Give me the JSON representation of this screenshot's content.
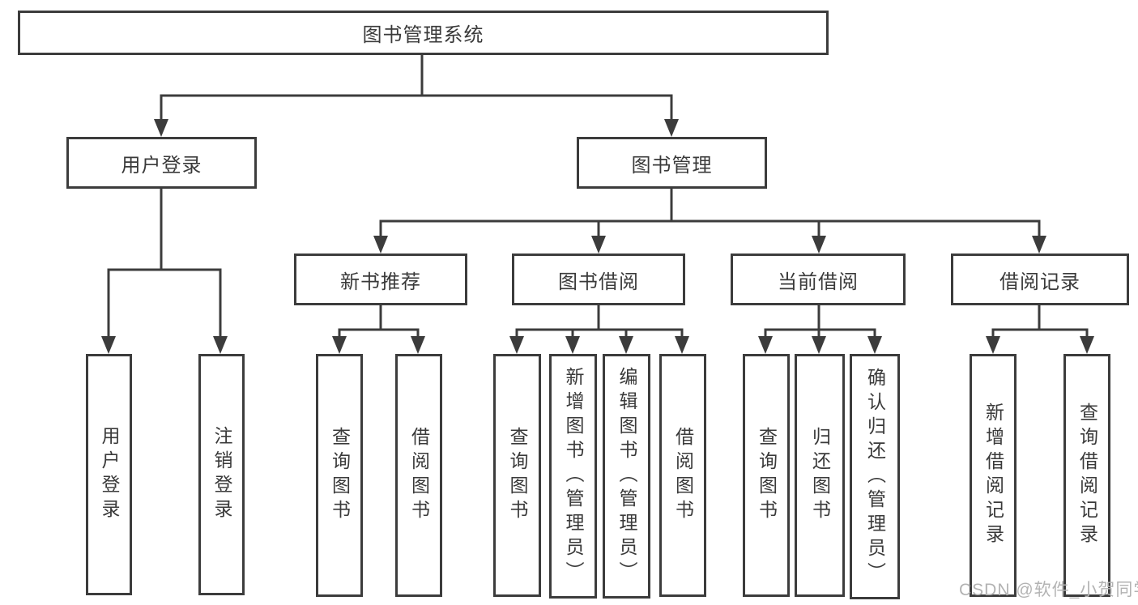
{
  "page": {
    "watermark": "CSDN @软件_小贺同学"
  },
  "colors": {
    "line": "#3c3c3c",
    "text": "#3a3a3a",
    "background": "#ffffff",
    "watermark": "#b3b3b3"
  },
  "tree": {
    "root": "图书管理系统",
    "children": [
      {
        "label": "用户登录",
        "children": [
          "用户登录",
          "注销登录"
        ]
      },
      {
        "label": "图书管理",
        "children": [
          {
            "label": "新书推荐",
            "children": [
              "查询图书",
              "借阅图书"
            ]
          },
          {
            "label": "图书借阅",
            "children": [
              "查询图书",
              "新增图书（管理员）",
              "编辑图书（管理员）",
              "借阅图书"
            ]
          },
          {
            "label": "当前借阅",
            "children": [
              "查询图书",
              "归还图书",
              "确认归还（管理员）"
            ]
          },
          {
            "label": "借阅记录",
            "children": [
              "新增借阅记录",
              "查询借阅记录"
            ]
          }
        ]
      }
    ]
  }
}
